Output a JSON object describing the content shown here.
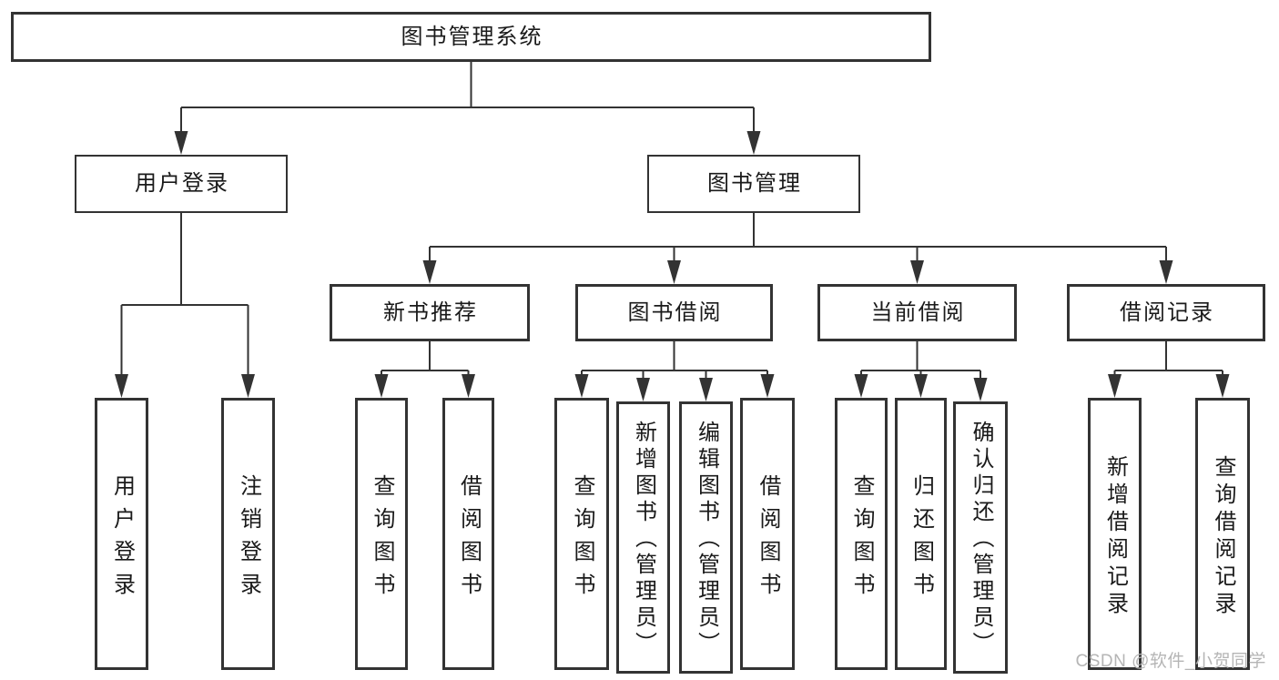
{
  "tree": {
    "label": "图书管理系统",
    "children": [
      {
        "label": "用户登录",
        "children": [
          {
            "label": "用户登录"
          },
          {
            "label": "注销登录"
          }
        ]
      },
      {
        "label": "图书管理",
        "children": [
          {
            "label": "新书推荐",
            "children": [
              {
                "label": "查询图书"
              },
              {
                "label": "借阅图书"
              }
            ]
          },
          {
            "label": "图书借阅",
            "children": [
              {
                "label": "查询图书"
              },
              {
                "label": "新增图书（管理员）"
              },
              {
                "label": "编辑图书（管理员）"
              },
              {
                "label": "借阅图书"
              }
            ]
          },
          {
            "label": "当前借阅",
            "children": [
              {
                "label": "查询图书"
              },
              {
                "label": "归还图书"
              },
              {
                "label": "确认归还（管理员）"
              }
            ]
          },
          {
            "label": "借阅记录",
            "children": [
              {
                "label": "新增借阅记录"
              },
              {
                "label": "查询借阅记录"
              }
            ]
          }
        ]
      }
    ]
  },
  "watermark": {
    "text": "CSDN @软件_小贺同学"
  },
  "colors": {
    "line": "#333333",
    "text": "#1a1a1a",
    "background": "#ffffff",
    "watermark": "#b5b5b5"
  }
}
